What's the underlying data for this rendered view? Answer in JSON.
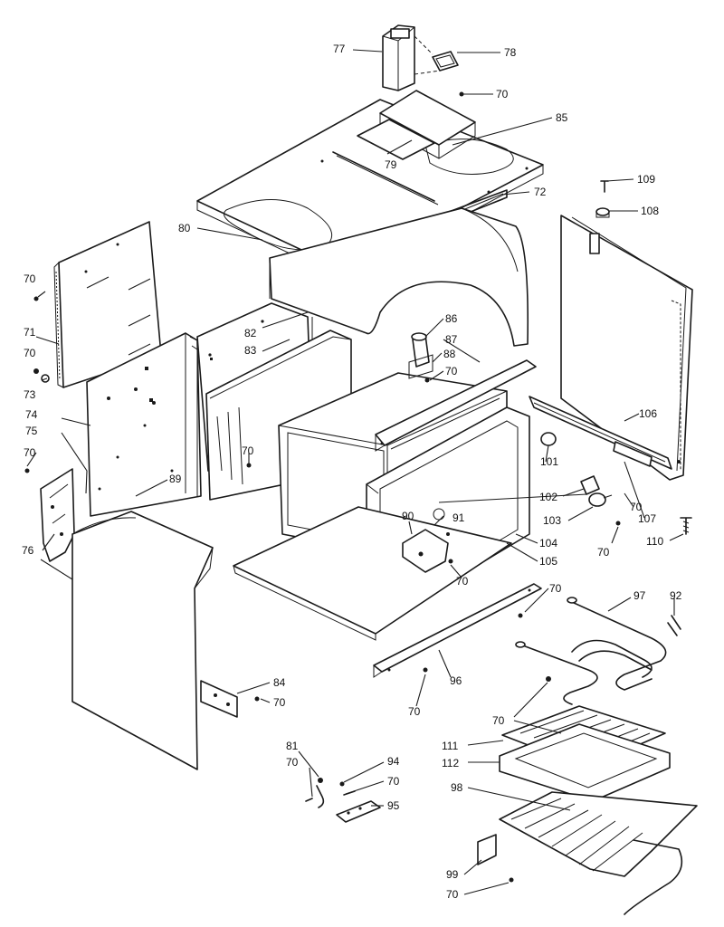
{
  "diagram": {
    "type": "exploded-parts-diagram",
    "callouts": {
      "c77": "77",
      "c78": "78",
      "c70a": "70",
      "c85": "85",
      "c79": "79",
      "c72": "72",
      "c109": "109",
      "c108": "108",
      "c80": "80",
      "c70b": "70",
      "c71": "71",
      "c70c": "70",
      "c73": "73",
      "c82": "82",
      "c83": "83",
      "c86": "86",
      "c87": "87",
      "c88": "88",
      "c70d": "70",
      "c74": "74",
      "c75": "75",
      "c70e": "70",
      "c70f": "70",
      "c89": "89",
      "c106": "106",
      "c101": "101",
      "c102": "102",
      "c70g": "70",
      "c107": "107",
      "c103": "103",
      "c90": "90",
      "c91": "91",
      "c104": "104",
      "c70h": "70",
      "c110": "110",
      "c105": "105",
      "c70i": "70",
      "c76": "76",
      "c70j": "70",
      "c97": "97",
      "c92": "92",
      "c84": "84",
      "c70k": "70",
      "c96": "96",
      "c70l": "70",
      "c70m": "70",
      "c111": "111",
      "c112": "112",
      "c81": "81",
      "c94": "94",
      "c70n": "70",
      "c70o": "70",
      "c98": "98",
      "c95": "95",
      "c99": "99",
      "c70p": "70"
    }
  }
}
